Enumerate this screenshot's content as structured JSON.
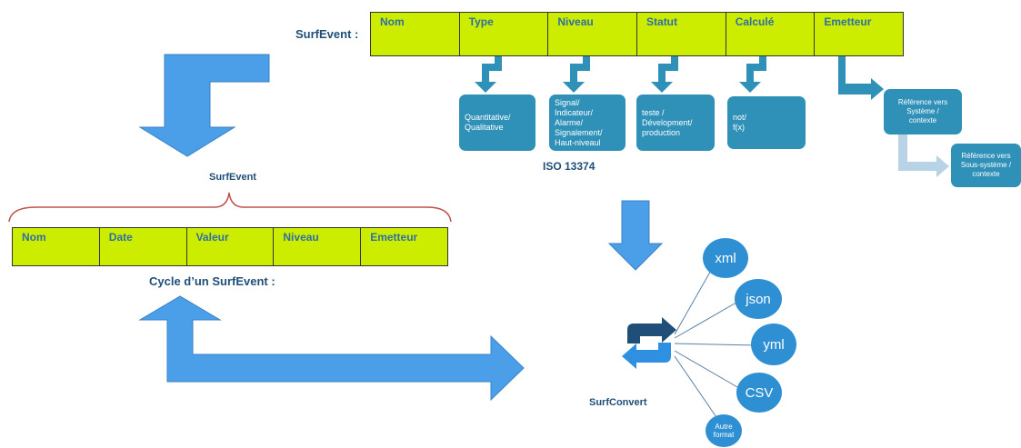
{
  "top_table": {
    "title": "SurfEvent :",
    "columns": [
      "Nom",
      "Type",
      "Niveau",
      "Statut",
      "Calculé",
      "Emetteur"
    ]
  },
  "detail_boxes": [
    "Quantitative/\nQualitative",
    "Signal/\nIndicateur/\nAlarme/\nSignalement/\nHaut-niveaul",
    "teste /\nDévelopment/\nproduction",
    "not/\nf(x)",
    "Référence vers\nSystème /\ncontexte",
    "Référence vers\nSous-système /\ncontexte"
  ],
  "iso_label": "ISO 13374",
  "lower": {
    "brace_label": "SurfEvent",
    "columns": [
      "Nom",
      "Date",
      "Valeur",
      "Niveau",
      "Emetteur"
    ],
    "cycle_label": "Cycle d’un SurfEvent :"
  },
  "converter": {
    "label": "SurfConvert",
    "formats": [
      "xml",
      "json",
      "yml",
      "CSV",
      "Autre\nformat"
    ]
  },
  "colors": {
    "table_fill": "#ccec00",
    "table_text": "#2f6fa5",
    "box_fill": "#2f90b8",
    "bubble_fill": "#2e8fd3",
    "big_arrow": "#4a9fe8",
    "brace": "#c0504d"
  }
}
